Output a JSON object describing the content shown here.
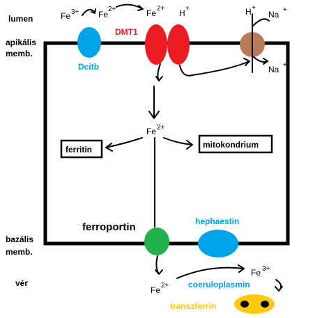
{
  "sides": {
    "lumen": "lumen",
    "apical_1": "apikális",
    "apical_2": "memb.",
    "basal_1": "bazális",
    "basal_2": "memb.",
    "blood": "vér"
  },
  "ions": {
    "fe3_top": "Fe",
    "fe3_top_sup": "3+",
    "fe2_mid": "Fe",
    "fe2_mid_sup": "2+",
    "fe2_dmt": "Fe",
    "fe2_dmt_sup": "2+",
    "h_dmt": "H",
    "h_dmt_sup": "+",
    "h_na": "H",
    "h_na_sup": "+",
    "na_in": "Na",
    "na_in_sup": "+",
    "na_out": "Na",
    "na_out_sup": "+",
    "fe2_cell": "Fe",
    "fe2_cell_sup": "2+",
    "fe2_blood": "Fe",
    "fe2_blood_sup": "2+",
    "fe3_blood": "Fe",
    "fe3_blood_sup": "3+"
  },
  "proteins": {
    "dcitb": "Dcitb",
    "dmt1": "DMT1",
    "ferroportin": "ferroportin",
    "hephaestin": "hephaestin",
    "coeruloplasmin": "coeruloplasmin",
    "transferrin": "transzferrin"
  },
  "boxes": {
    "ferritin": "ferritin",
    "mitochondrion": "mitokondrium"
  },
  "colors": {
    "dcitb": "#00a2e8",
    "dmt1": "#ed1c24",
    "exchanger": "#b97a57",
    "ferroportin": "#22b14c",
    "hephaestin": "#00a2e8",
    "transferrin": "#ffc90e",
    "dmt1_label": "#ed1c24",
    "blue_label": "#00a2e8",
    "green_label": "#22b14c",
    "yellow_label": "#ffc90e"
  }
}
